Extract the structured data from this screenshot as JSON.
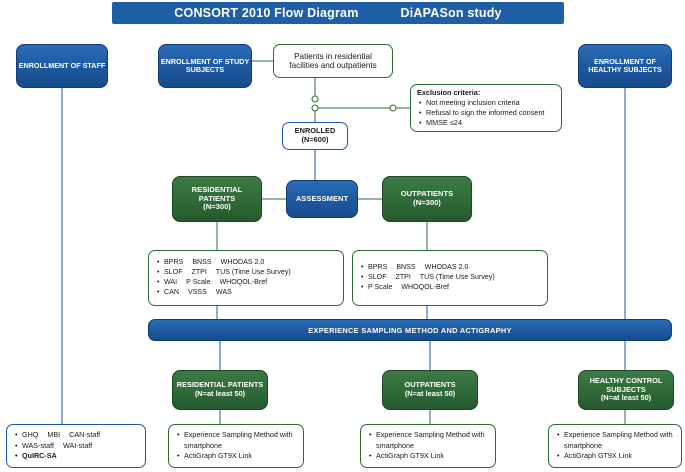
{
  "header": {
    "title": "CONSORT 2010 Flow Diagram",
    "study": "DiAPASon study"
  },
  "boxes": {
    "enroll_staff": "ENROLLMENT OF STAFF",
    "enroll_study_subjects": "ENROLLMENT OF STUDY SUBJECTS",
    "enroll_healthy": "ENROLLMENT OF HEALTHY SUBJECTS",
    "patients_residential": "Patients in residential facilities and outpatients",
    "enrolled_label": "ENROLLED",
    "enrolled_n": "(N=600)",
    "assessment": "ASSESSMENT",
    "residential_label": "RESIDENTIAL PATIENTS",
    "residential_n": "(N=300)",
    "outpatients_label": "OUTPATIENTS",
    "outpatients_n": "(N=300)",
    "esm_bar": "EXPERIENCE SAMPLING METHOD AND ACTIGRAPHY",
    "res_final_label": "RESIDENTIAL PATIENTS",
    "res_final_n": "(N=at least 50)",
    "out_final_label": "OUTPATIENTS",
    "out_final_n": "(N=at least 50)",
    "hc_final_label": "HEALTHY CONTROL SUBJECTS",
    "hc_final_n": "(N=at least 50)"
  },
  "exclusion": {
    "title": "Exclusion criteria:",
    "items": [
      "Not meeting inclusion criteria",
      "Refusal to sign the informed consent",
      "MMSE ≤24"
    ]
  },
  "scales_left": {
    "rows": [
      [
        "BPRS",
        "BNSS",
        "WHODAS 2.0"
      ],
      [
        "SLOF",
        "ZTPI",
        "TUS (Time Use Survey)"
      ],
      [
        "WAI",
        "P Scale",
        "WHOQOL-Bref"
      ],
      [
        "CAN",
        "VSSS",
        "WAS"
      ]
    ]
  },
  "scales_right": {
    "rows": [
      [
        "BPRS",
        "BNSS",
        "WHODAS 2.0"
      ],
      [
        "SLOF",
        "ZTPI",
        "TUS (Time Use Survey)"
      ],
      [
        "P Scale",
        "WHOQOL-Bref"
      ]
    ]
  },
  "staff_list": {
    "rows": [
      [
        "GHQ",
        "MBI",
        "CAN-staff"
      ],
      [
        "WAS-staff",
        "WAI-staff"
      ],
      [
        "QuIRC-SA"
      ]
    ]
  },
  "bottom_common": {
    "line1": "Experience Sampling Method with smartphone",
    "line2_res": "ActiGraph GT9X Link",
    "line2_out": "ActiGraph GT9X Link",
    "line2_hc": "ActiGraph GT9X Link"
  },
  "colors": {
    "blue": "#1d589f",
    "green": "#2f6a38",
    "header_blue": "#1f5fa8",
    "white": "#ffffff"
  }
}
